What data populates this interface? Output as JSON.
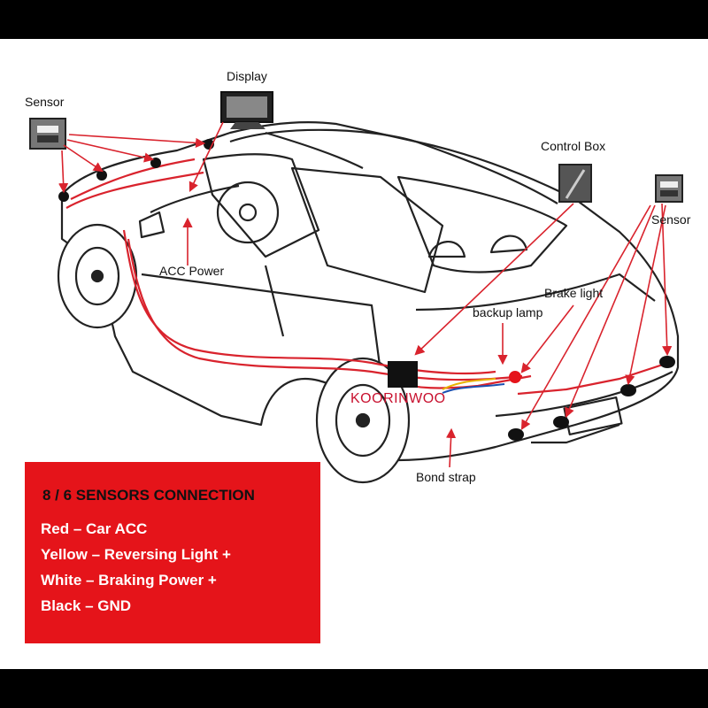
{
  "labels": {
    "display": "Display",
    "sensor_front": "Sensor",
    "sensor_rear": "Sensor",
    "control_box": "Control Box",
    "acc_power": "ACC Power",
    "brake_light": "Brake light",
    "backup_lamp": "backup lamp",
    "bond_strap": "Bond strap"
  },
  "watermark": "KOORINWOO",
  "legend": {
    "title": "8 / 6 SENSORS CONNECTION",
    "lines": [
      "Red –  Car ACC",
      "Yellow – Reversing Light +",
      "White – Braking Power +",
      "Black – GND"
    ]
  },
  "colors": {
    "panel": "#e5141a",
    "wire_red": "#d9232d",
    "outline": "#222222"
  }
}
